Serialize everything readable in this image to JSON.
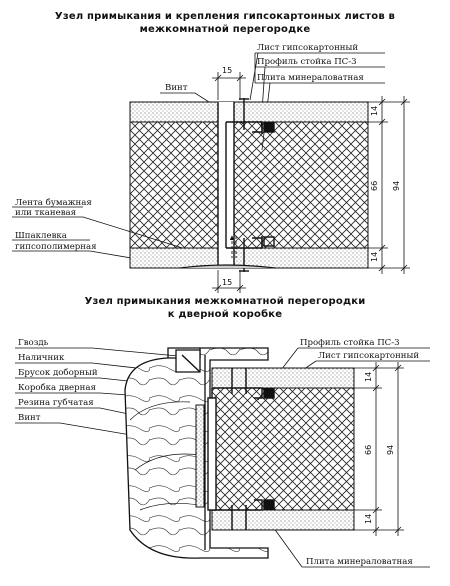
{
  "diagram1": {
    "title_line1": "Узел примыкания и крепления гипсокартонных листов в",
    "title_line2": "межкомнатной перегородке",
    "labels": {
      "sheet": "Лист гипсокартонный",
      "profile": "Профиль стойка ПС-3",
      "mineral": "Плита минераловатная",
      "screw": "Винт",
      "tape_line1": "Лента бумажная",
      "tape_line2": "или тканевая",
      "putty_line1": "Шпаклевка",
      "putty_line2": "гипсополимерная"
    },
    "dims": {
      "top_15": "15",
      "bottom_15": "15",
      "d14_top": "14",
      "d66": "66",
      "d14_bottom": "14",
      "d94": "94"
    }
  },
  "diagram2": {
    "title_line1": "Узел примыкания межкомнатной перегородки",
    "title_line2": "к дверной коробке",
    "labels": {
      "nail": "Гвоздь",
      "casing": "Наличник",
      "bar": "Брусок доборный",
      "frame": "Коробка дверная",
      "rubber": "Резина губчатая",
      "screw": "Винт",
      "profile": "Профиль стойка ПС-3",
      "sheet": "Лист гипсокартонный",
      "mineral": "Плита минераловатная"
    },
    "dims": {
      "d14_top": "14",
      "d66": "66",
      "d14_bottom": "14",
      "d94": "94"
    }
  }
}
